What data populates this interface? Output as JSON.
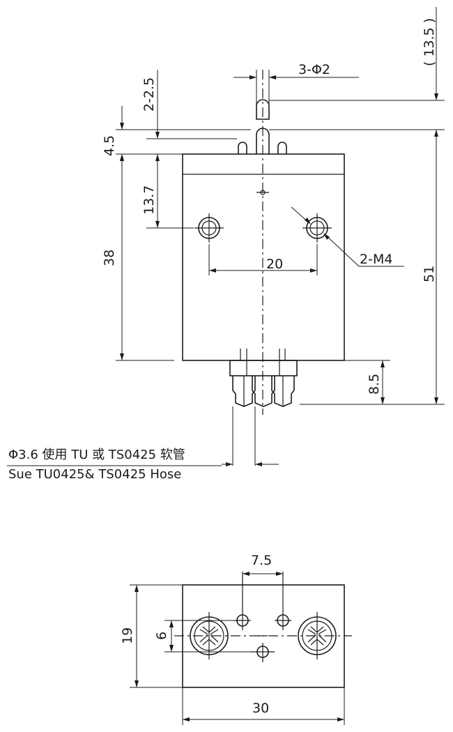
{
  "dimensions": {
    "d13_5": "( 13.5 )",
    "d3phi2": "3-Φ2",
    "d2_2_5": "2-2.5",
    "d4_5": "4.5",
    "d13_7": "13.7",
    "d38": "38",
    "d20": "20",
    "d2m4": "2-M4",
    "d51": "51",
    "d8_5": "8.5",
    "d7_5": "7.5",
    "d19": "19",
    "d6": "6",
    "d30": "30"
  },
  "notes": {
    "line1": "Φ3.6 使用 TU 或 TS0425 软管",
    "line2": "Sue TU0425& TS0425 Hose"
  }
}
